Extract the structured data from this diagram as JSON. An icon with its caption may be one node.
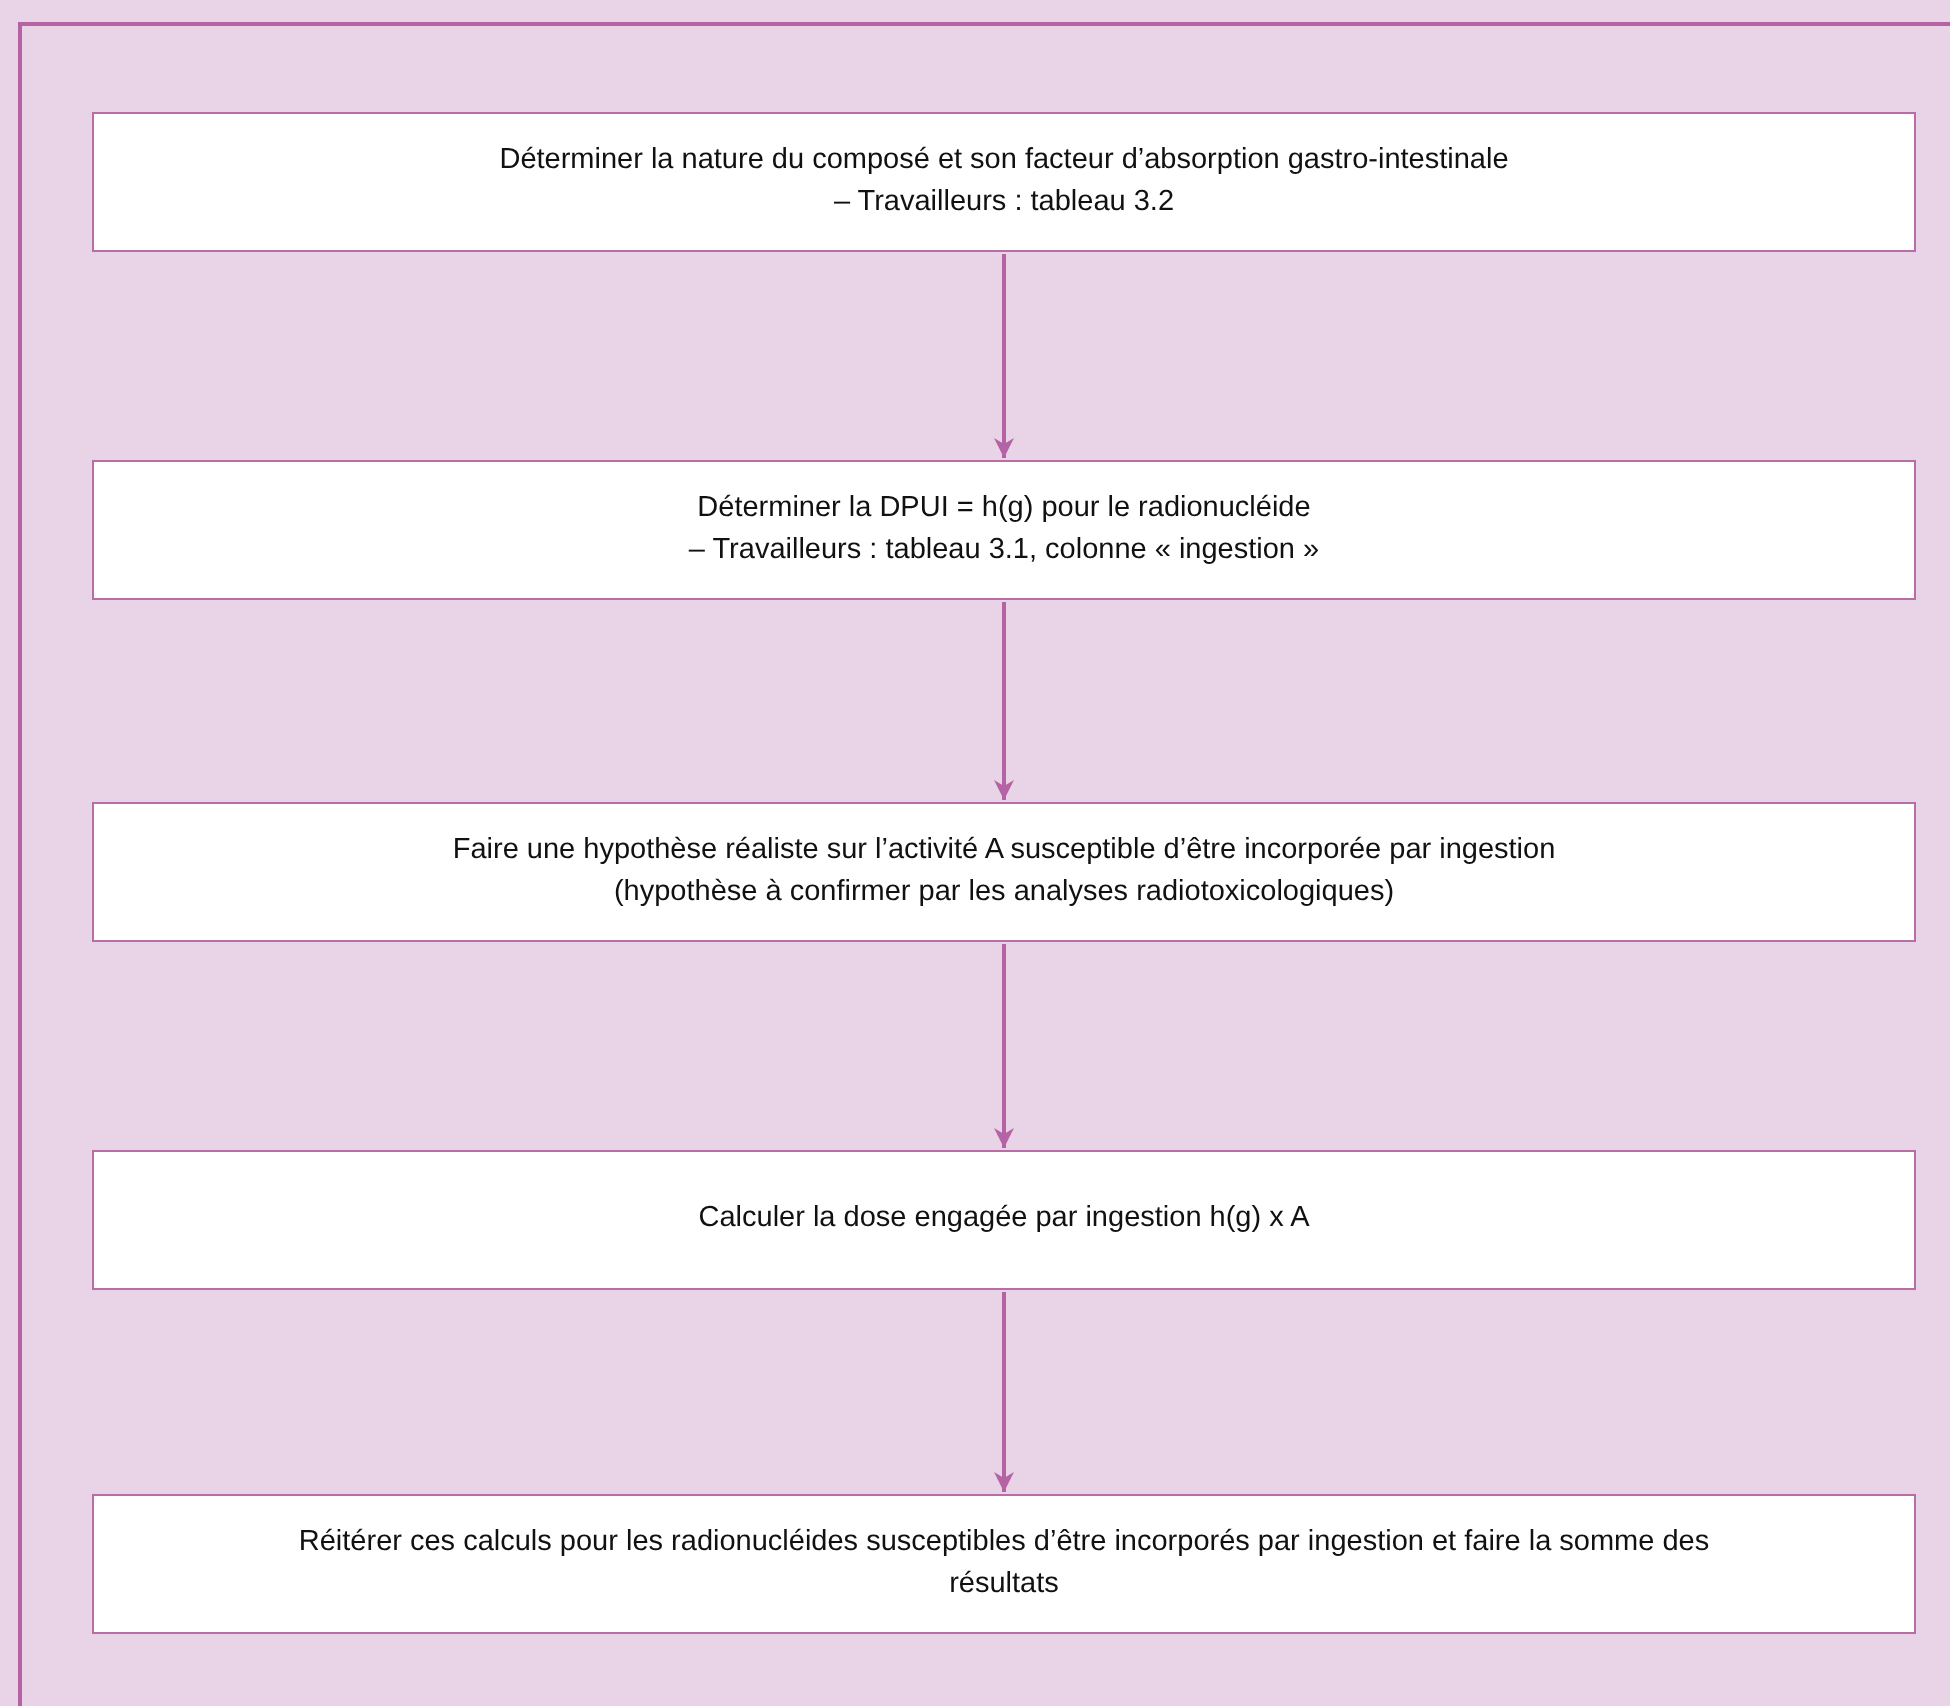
{
  "diagram": {
    "nodes": [
      {
        "text": [
          "Déterminer la nature du composé et son facteur d’absorption gastro-intestinale",
          "– Travailleurs : tableau 3.2"
        ]
      },
      {
        "text": [
          "Déterminer la DPUI = h(g) pour le radionucléide",
          "– Travailleurs : tableau 3.1, colonne « ingestion »"
        ]
      },
      {
        "text": [
          "Faire une hypothèse réaliste sur l’activité A susceptible d’être incorporée par ingestion",
          "(hypothèse à confirmer par les analyses radiotoxicologiques)"
        ]
      },
      {
        "text": [
          "Calculer la dose engagée par ingestion h(g) x A"
        ]
      },
      {
        "text": [
          "Réitérer ces calculs pour les radionucléides susceptibles d’être incorporés par ingestion et faire la somme des résultats"
        ]
      }
    ],
    "edges": [
      {
        "from": 0,
        "to": 1,
        "arrow": "to"
      },
      {
        "from": 1,
        "to": 2,
        "arrow": "to"
      },
      {
        "from": 2,
        "to": 3,
        "arrow": "to"
      },
      {
        "from": 3,
        "to": 4,
        "arrow": "to"
      }
    ]
  }
}
